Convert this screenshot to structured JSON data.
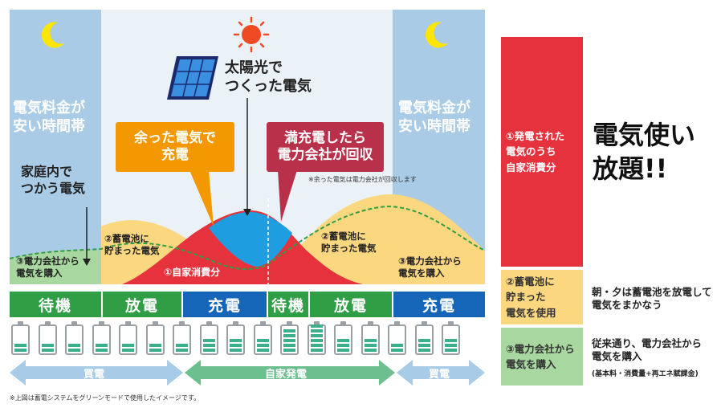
{
  "colors": {
    "night": "#a9cbe6",
    "day": "#eaf2f8",
    "self_use": "#e6323c",
    "charge": "#f5a800",
    "purchase": "#a8d8a0",
    "stored": "#fbd77f",
    "mode_green": "#2f9e44",
    "mode_blue": "#1565b8",
    "battery_fill": "#3caf8c"
  },
  "left_night": {
    "moon": "moon-icon",
    "cheap_label": "電気料金が\n安い時間帯",
    "home_use": "家庭内で\nつかう電気",
    "purchase_label": "③電力会社から\n電気を購入",
    "stored_label": "②蓄電池に\n貯まった電気"
  },
  "right_night": {
    "moon": "moon-icon",
    "cheap_label": "電気料金が\n安い時間帯",
    "purchase_label": "③電力会社から\n電気を購入",
    "stored_label": "②蓄電池に\n貯まった電気"
  },
  "sun": {
    "icon": "sun-icon",
    "panel_icon": "solar-panel-icon",
    "label": "太陽光で\nつくった電気"
  },
  "callouts": {
    "surplus": "余った電気で\n充電",
    "full": "満充電したら\n電力会社が回収",
    "full_note": "※余った電気は電力会社が回収します",
    "self_use": "①自家消費分"
  },
  "mode_bar": [
    "待機",
    "放電",
    "充電",
    "待機",
    "放電",
    "充電"
  ],
  "battery_levels": [
    2,
    2,
    2,
    2,
    2,
    2,
    2,
    3,
    3,
    3,
    5,
    6,
    3,
    3,
    2,
    3,
    3
  ],
  "arrows": {
    "buy1": "買電",
    "self": "自家発電",
    "buy2": "買電"
  },
  "footnote": "※上図は蓄電システムをグリーンモードで使用したイメージです。",
  "legend": {
    "self": "①発電された\n電気のうち\n自家消費分",
    "self_note": "電気使い\n放題!!",
    "stored": "②蓄電池に\n貯まった\n電気を使用",
    "stored_note": "朝・夕は蓄電池を放電して\n電気をまかなう",
    "purchase": "③電力会社から\n電気を購入",
    "purchase_note": "従来通り、電力会社から\n電気を購入",
    "purchase_sub": "(基本料・消費量+再エネ賦課金)"
  }
}
